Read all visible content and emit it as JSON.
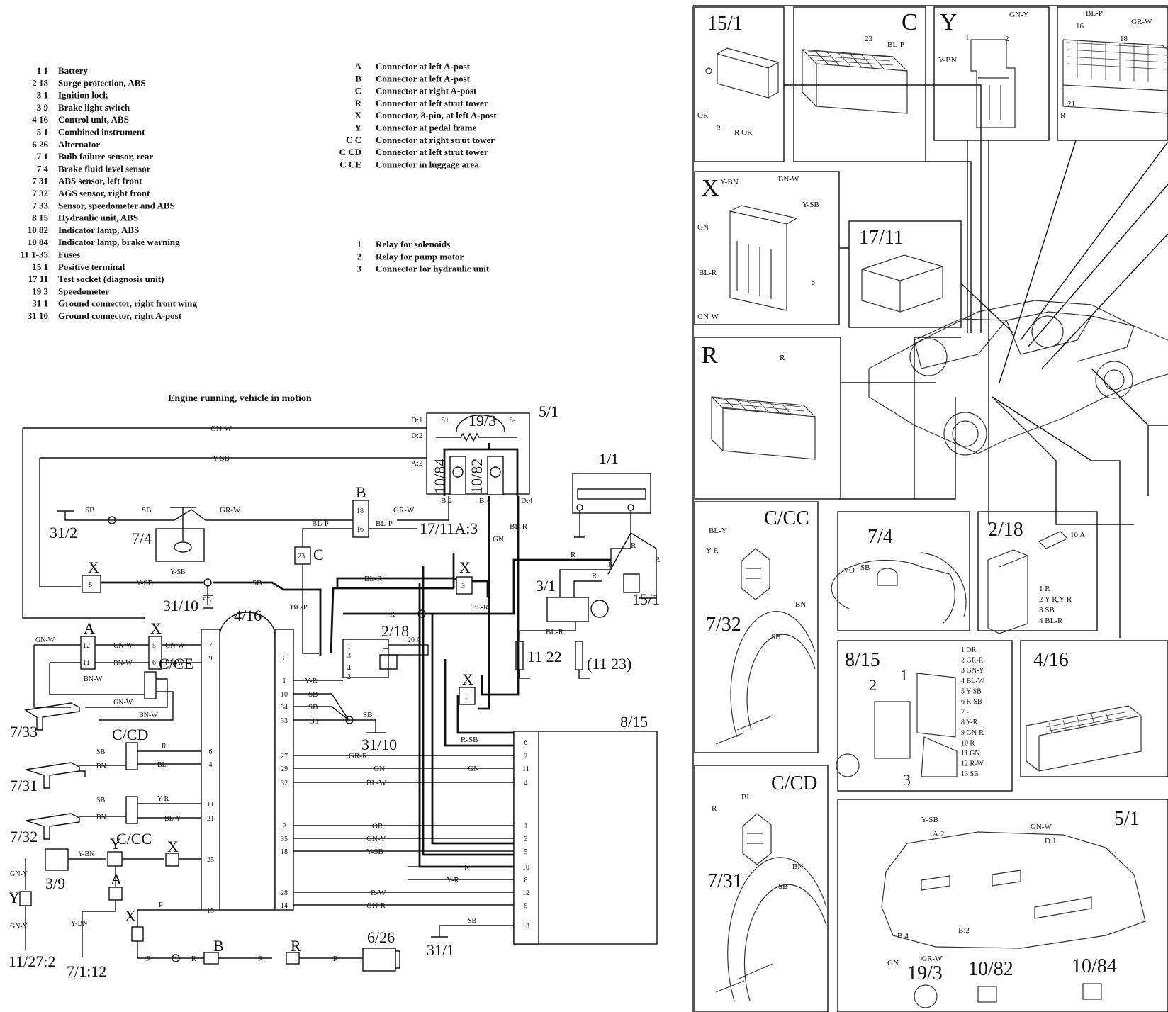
{
  "legend_left": [
    {
      "code": "1 1",
      "label": "Battery"
    },
    {
      "code": "2 18",
      "label": "Surge protection, ABS"
    },
    {
      "code": "3 1",
      "label": "Ignition lock"
    },
    {
      "code": "3 9",
      "label": "Brake light switch"
    },
    {
      "code": "4 16",
      "label": "Control unit, ABS"
    },
    {
      "code": "5 1",
      "label": "Combined instrument"
    },
    {
      "code": "6 26",
      "label": "Alternator"
    },
    {
      "code": "7 1",
      "label": "Bulb failure sensor, rear"
    },
    {
      "code": "7 4",
      "label": "Brake fluid level sensor"
    },
    {
      "code": "7 31",
      "label": "ABS sensor, left front"
    },
    {
      "code": "7 32",
      "label": "AGS sensor, right front"
    },
    {
      "code": "7 33",
      "label": "Sensor, speedometer and ABS"
    },
    {
      "code": "8 15",
      "label": "Hydraulic unit, ABS"
    },
    {
      "code": "10 82",
      "label": "Indicator lamp, ABS"
    },
    {
      "code": "10 84",
      "label": "Indicator lamp, brake warning"
    },
    {
      "code": "11 1-35",
      "label": "Fuses"
    },
    {
      "code": "15 1",
      "label": "Positive terminal"
    },
    {
      "code": "17 11",
      "label": "Test socket (diagnosis unit)"
    },
    {
      "code": "19 3",
      "label": "Speedometer"
    },
    {
      "code": "31 1",
      "label": "Ground connector, right front wing"
    },
    {
      "code": "31 10",
      "label": "Ground connector, right A-post"
    }
  ],
  "legend_connectors": [
    {
      "code": "A",
      "label": "Connector at left A-post"
    },
    {
      "code": "B",
      "label": "Connector at left A-post"
    },
    {
      "code": "C",
      "label": "Connector at right A-post"
    },
    {
      "code": "R",
      "label": "Connector at left strut tower"
    },
    {
      "code": "X",
      "label": "Connector, 8-pin, at left A-post"
    },
    {
      "code": "Y",
      "label": "Connector at pedal frame"
    },
    {
      "code": "C C",
      "label": "Connector at right strut tower"
    },
    {
      "code": "C CD",
      "label": "Connector at left strut tower"
    },
    {
      "code": "C CE",
      "label": "Connector in luggage area"
    }
  ],
  "legend_relays": [
    {
      "code": "1",
      "label": "Relay for solenoids"
    },
    {
      "code": "2",
      "label": "Relay for pump motor"
    },
    {
      "code": "3",
      "label": "Connector for hydraulic unit"
    }
  ],
  "schematic": {
    "title": "Engine running, vehicle in motion",
    "labels": {
      "c51": "5/1",
      "c193": "19/3",
      "c1084": "10/84",
      "c1082": "10/82",
      "c11": "1/1",
      "cB": "B",
      "c1711": "17/11A:3",
      "c312": "31/2",
      "c74": "7/4",
      "cX": "X",
      "cC": "C",
      "c3110": "31/10",
      "c416": "4/16",
      "c218": "2/18",
      "c31": "3/1",
      "c151": "15/1",
      "c1122": "11 22",
      "c1123": "(11 23)",
      "c3110b": "31/10",
      "c815": "8/15",
      "cA": "A",
      "cCCE": "C/CE",
      "c733": "7/33",
      "cCCD": "C/CD",
      "c731": "7/31",
      "c732": "7/32",
      "cCC": "C/CC",
      "cY": "Y",
      "c39": "3/9",
      "c11272": "11/27:2",
      "c7112": "7/1:12",
      "c626": "6/26",
      "c311": "31/1",
      "cR": "R"
    },
    "wires": {
      "gnw": "GN-W",
      "ysb": "Y-SB",
      "sb": "SB",
      "grw": "GR-W",
      "blp": "BL-P",
      "blr": "BL-R",
      "r": "R",
      "gn": "GN",
      "yr": "Y-R",
      "ybn": "Y-BN",
      "bnw": "BN-W",
      "bn": "BN",
      "bl": "BL",
      "bly": "BL-Y",
      "rsb": "R-SB",
      "grr": "GR-R",
      "or": "OR",
      "gny": "GN-Y",
      "rw": "R-W",
      "gnr": "GN-R",
      "blw": "BL-W",
      "p": "P",
      "d1": "D:1",
      "d2": "D:2",
      "a2": "A:2",
      "b2": "B:2",
      "b4": "B:4",
      "d4": "D:4",
      "sp": "S+",
      "sm": "S-",
      "sbsm": "SB",
      "a33": "33",
      "amp": "20 A"
    },
    "pins_416": [
      "7",
      "9",
      "6",
      "4",
      "11",
      "21",
      "25",
      "15",
      "31",
      "1",
      "10",
      "34",
      "33",
      "27",
      "29",
      "32",
      "2",
      "35",
      "18",
      "28",
      "14"
    ],
    "pins_815": [
      "6",
      "2",
      "11",
      "4",
      "1",
      "3",
      "5",
      "10",
      "8",
      "12",
      "9",
      "13"
    ]
  },
  "panels": {
    "p151": "15/1",
    "pC": "C",
    "pY": "Y",
    "pX": "X",
    "p1711": "17/11",
    "pR": "R",
    "pCCC": "C/CC",
    "p74": "7/4",
    "p218": "2/18",
    "p732": "7/32",
    "p815": "8/15",
    "p416": "4/16",
    "pCCD": "C/CD",
    "p731": "7/31",
    "p51": "5/1",
    "p193": "19/3",
    "p1082": "10/82",
    "p1084": "10/84",
    "t": {
      "c_blp": "BL-P",
      "c_23": "23",
      "y_gny": "GN-Y",
      "y_ybn": "Y-BN",
      "y_1": "1",
      "y_2": "2",
      "p_blp": "BL-P",
      "p_grw": "GR-W",
      "p_16": "16",
      "p_18": "18",
      "p_21": "21",
      "p_r": "R",
      "f_or": "OR",
      "f_r": "R",
      "f_ror": "R  OR",
      "x_ybn": "Y-BN",
      "x_bnw": "BN-W",
      "x_ysb": "Y-SB",
      "x_gn": "GN",
      "x_blr": "BL-R",
      "x_gnw": "GN-W",
      "x_p": "P",
      "r_r": "R",
      "cc_bly": "BL-Y",
      "cc_yr": "Y-R",
      "cc_bn": "BN",
      "cc_sb": "SB",
      "v_vo": "VO",
      "v_sb": "SB",
      "s_10a": "10 A",
      "s_pins": [
        "1 R",
        "2 Y-R,Y-R",
        "3 SB",
        "4 BL-R"
      ],
      "h_pins": [
        "1 OR",
        "2 GR-R",
        "3 GN-Y",
        "4 BL-W",
        "5 Y-SB",
        "6 R-SB",
        "7 -",
        "8 Y-R",
        "9 GN-R",
        "10 R",
        "11 GN",
        "12 R-W",
        "13 SB"
      ],
      "h_1": "1",
      "h_2": "2",
      "h_3": "3",
      "d_bl": "BL",
      "d_r": "R",
      "d_bn": "BN",
      "d_sb": "SB",
      "i_ysb": "Y-SB",
      "i_a2": "A:2",
      "i_gnw": "GN-W",
      "i_d1": "D:1",
      "i_b4": "B:4",
      "i_b2": "B:2",
      "i_gn": "GN",
      "i_grw": "GR-W"
    }
  }
}
